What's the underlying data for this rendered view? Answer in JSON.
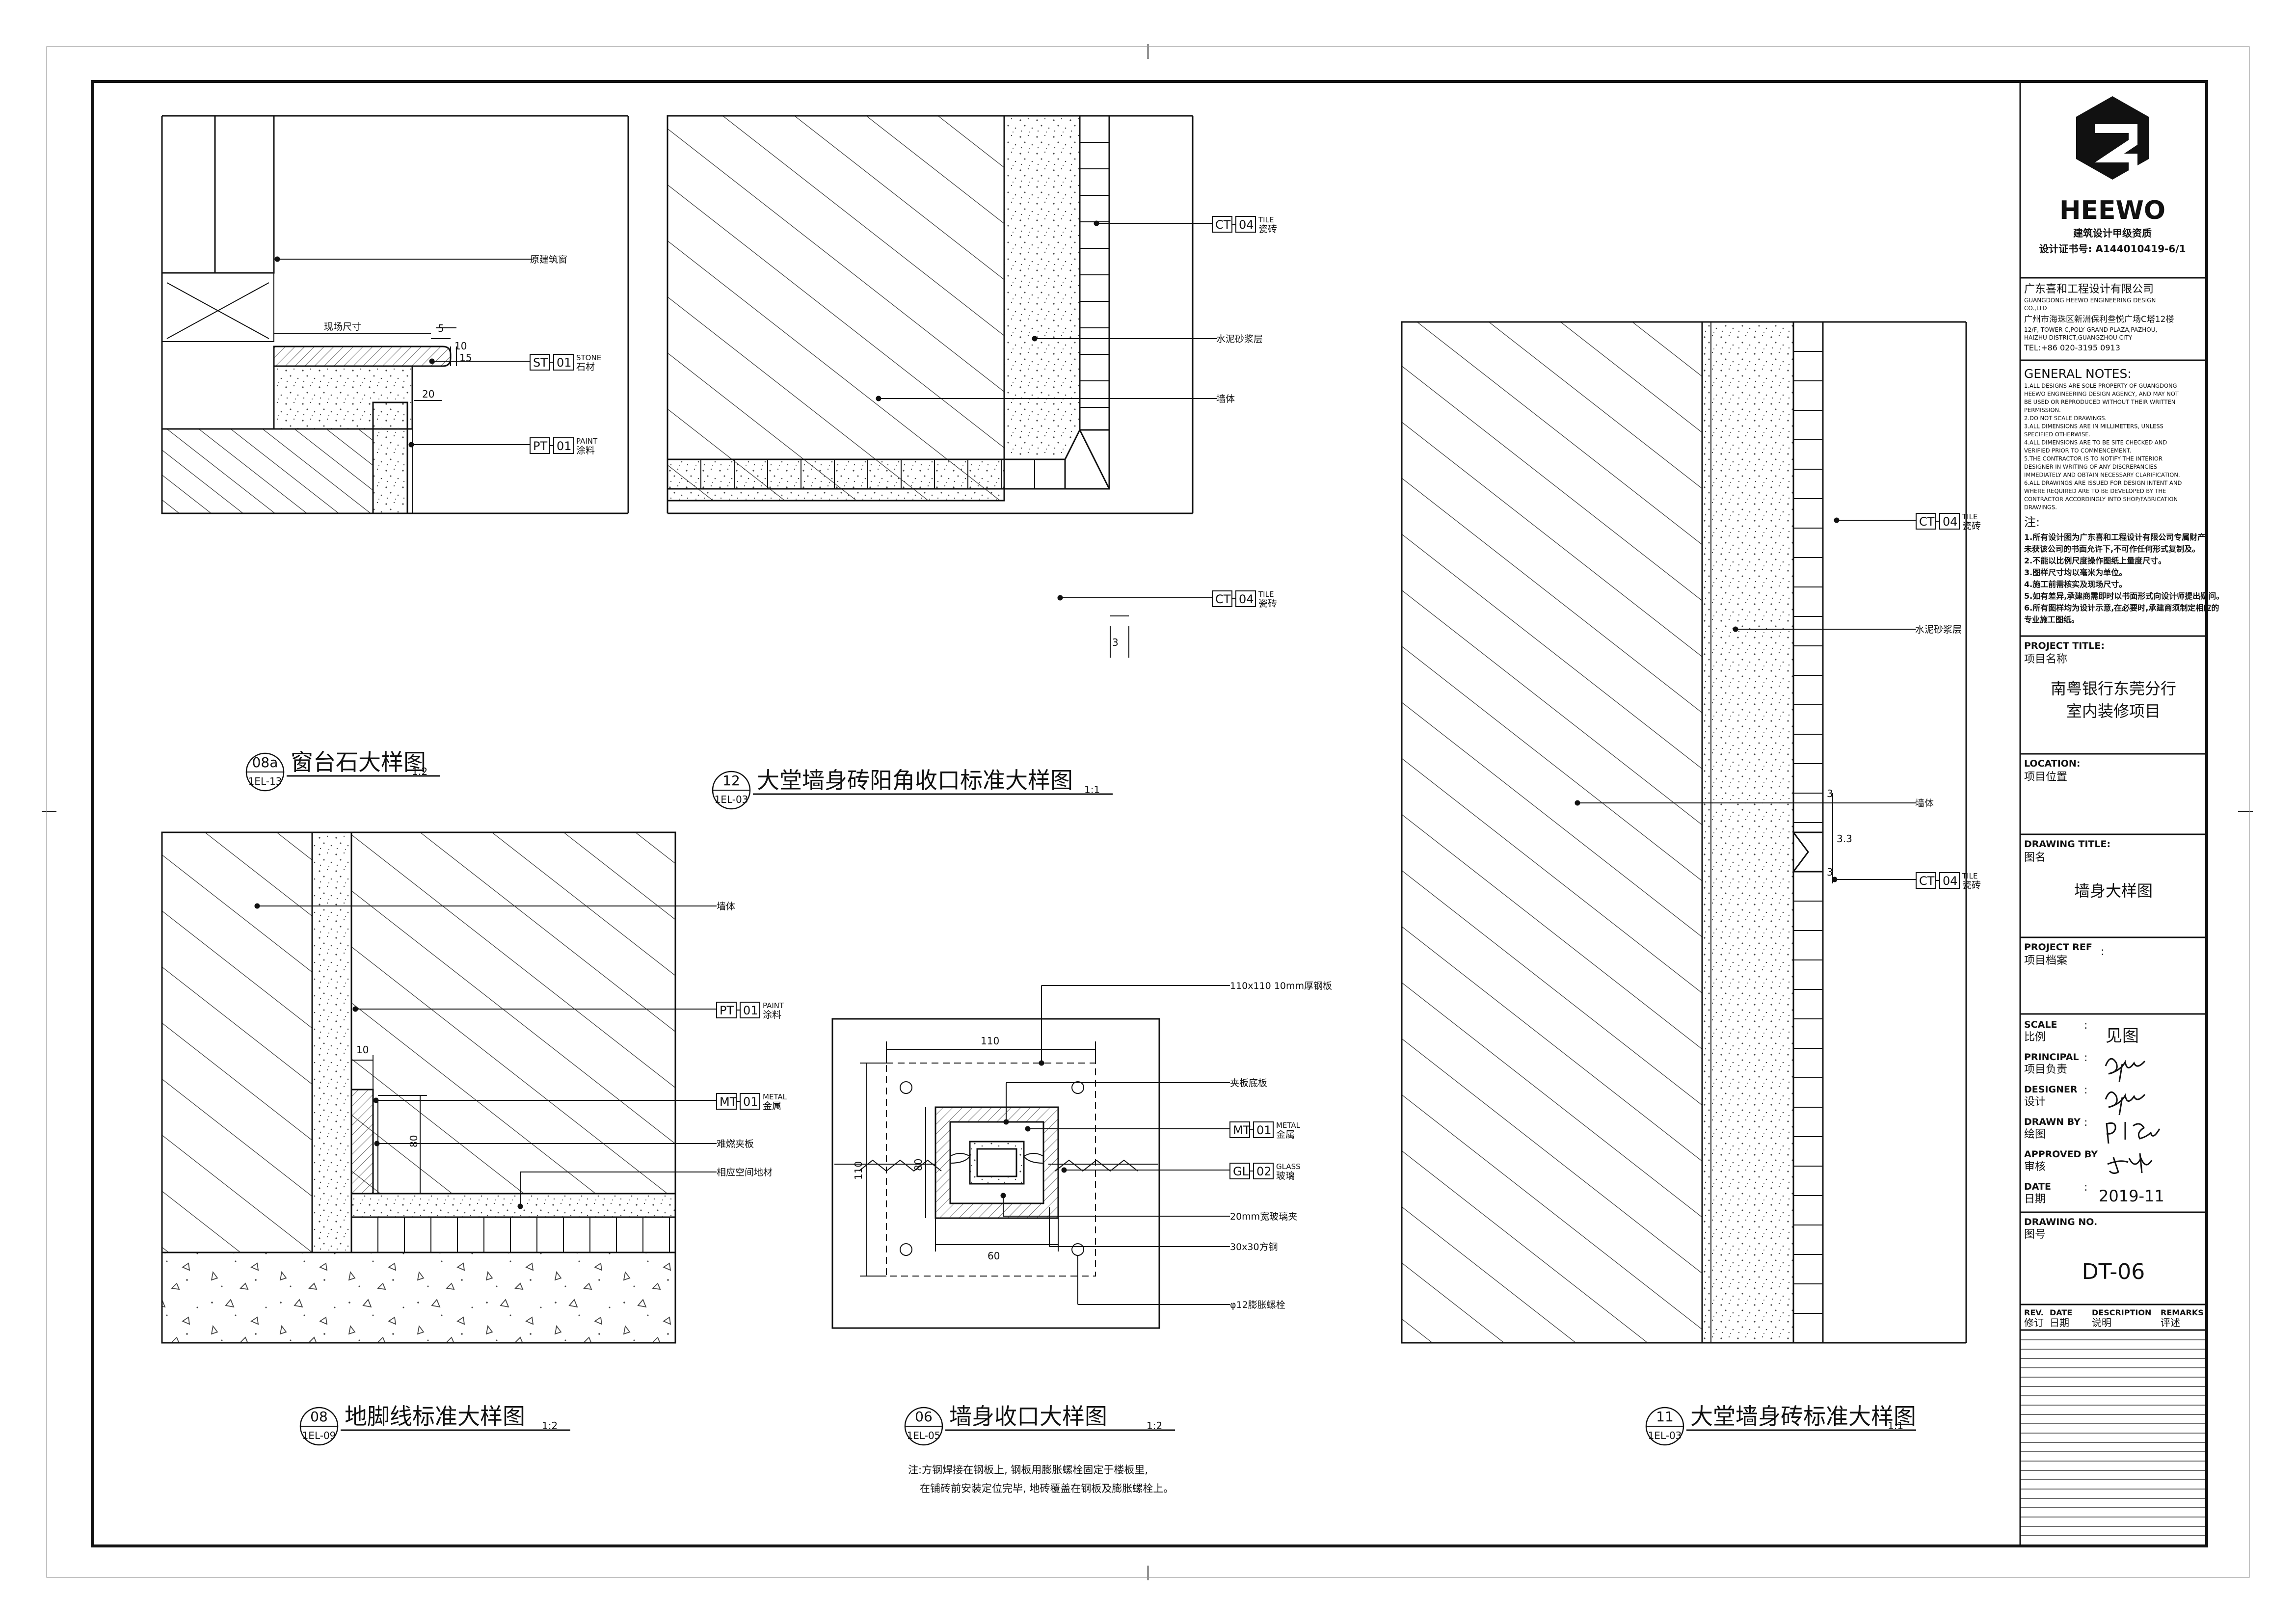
{
  "company": {
    "logo_text": "HEEWO",
    "qualification": "建筑设计甲级资质",
    "certificate": "设计证书号: A144010419-6/1",
    "name_cn": "广东喜和工程设计有限公司",
    "name_en_1": "GUANGDONG HEEWO ENGINEERING DESIGN",
    "name_en_2": "CO.,LTD",
    "address_cn": "广州市海珠区新洲保利叁悦广场C塔12楼",
    "address_en_1": "12/F, TOWER C,POLY GRAND PLAZA,PAZHOU,",
    "address_en_2": "HAIZHU DISTRICT,GUANGZHOU CITY",
    "tel": "TEL:+86 020-3195 0913"
  },
  "general_notes": {
    "heading": "GENERAL NOTES:",
    "en_lines": [
      "1.ALL DESIGNS ARE SOLE PROPERTY OF  GUANGDONG",
      "  HEEWO ENGINEERING DESIGN AGENCY, AND MAY NOT",
      "  BE USED OR REPRODUCED WITHOUT THEIR WRITTEN",
      "  PERMISSION.",
      "2.DO NOT SCALE DRAWINGS.",
      "3.ALL DIMENSIONS ARE IN MILLIMETERS, UNLESS",
      "  SPECIFIED OTHERWISE.",
      "4.ALL DIMENSIONS ARE TO BE SITE CHECKED AND",
      "  VERIFIED PRIOR TO COMMENCEMENT.",
      "5.THE CONTRACTOR IS TO NOTIFY THE INTERIOR",
      "  DESIGNER IN WRITING OF ANY DISCREPANCIES",
      "  IMMEDIATELY AND OBTAIN NECESSARY CLARIFICATION.",
      "6.ALL DRAWINGS ARE ISSUED FOR DESIGN INTENT AND",
      "  WHERE REQUIRED ARE TO BE DEVELOPED BY THE",
      "  CONTRACTOR ACCORDINGLY INTO SHOP/FABRICATION",
      "  DRAWINGS."
    ],
    "cn_heading": "注:",
    "cn_lines": [
      "1.所有设计图为广东喜和工程设计有限公司专属财产,",
      "  未获该公司的书面允许下,不可作任何形式复制及。",
      "2.不能以比例尺度操作图纸上量度尺寸。",
      "3.图样尺寸均以毫米为单位。",
      "4.施工前需核实及现场尺寸。",
      "5.如有差异,承建商需即时以书面形式向设计师提出疑问。",
      "6.所有图样均为设计示意,在必要时,承建商须制定相应的",
      "  专业施工图纸。"
    ]
  },
  "title_block": {
    "project_title_en": "PROJECT TITLE:",
    "project_title_cn": "项目名称",
    "project_name_1": "南粤银行东莞分行",
    "project_name_2": "室内装修项目",
    "location_en": "LOCATION:",
    "location_cn": "项目位置",
    "drawing_title_en": "DRAWING TITLE:",
    "drawing_title_cn": "图名",
    "drawing_title": "墙身大样图",
    "project_ref_en": "PROJECT REF",
    "project_ref_cn": "项目档案",
    "project_ref_colon": ":",
    "scale_en": "SCALE",
    "scale_cn": "比例",
    "scale_value": "见图",
    "principal_en": "PRINCIPAL",
    "principal_cn": "项目负责",
    "designer_en": "DESIGNER",
    "designer_cn": "设计",
    "drawn_by_en": "DRAWN BY",
    "drawn_by_cn": "绘图",
    "approved_by_en": "APPROVED BY",
    "approved_by_cn": "审核",
    "date_en": "DATE",
    "date_cn": "日期",
    "date_value": "2019-11",
    "colon": ":",
    "drawing_no_en": "DRAWING NO.",
    "drawing_no_cn": "图号",
    "drawing_no": "DT-06",
    "rev_en": "REV.",
    "rev_cn": "修订",
    "rev_date_en": "DATE",
    "rev_date_cn": "日期",
    "description_en": "DESCRIPTION",
    "description_cn": "说明",
    "remarks_en": "REMARKS",
    "remarks_cn": "评述"
  },
  "details": {
    "d08a": {
      "number": "08a",
      "ref": "1EL-13",
      "title": "窗台石大样图",
      "scale": "1:2",
      "labels": {
        "original_window": "原建筑窗",
        "site_size": "现场尺寸"
      },
      "dims": {
        "d5": "5",
        "d10": "10",
        "d15": "15",
        "d20": "20"
      },
      "tags": [
        {
          "code": "ST",
          "num": "01",
          "en": "STONE",
          "cn": "石材"
        },
        {
          "code": "PT",
          "num": "01",
          "en": "PAINT",
          "cn": "涂料"
        }
      ]
    },
    "d12": {
      "number": "12",
      "ref": "1EL-03",
      "title": "大堂墙身砖阳角收口标准大样图",
      "scale": "1:1",
      "labels": {
        "mortar": "水泥砂浆层",
        "wall": "墙体"
      },
      "dims": {
        "d3": "3"
      },
      "tags": [
        {
          "code": "CT",
          "num": "04",
          "en": "TILE",
          "cn": "瓷砖"
        },
        {
          "code": "CT",
          "num": "04",
          "en": "TILE",
          "cn": "瓷砖"
        }
      ]
    },
    "d11": {
      "number": "11",
      "ref": "1EL-03",
      "title": "大堂墙身砖标准大样图",
      "scale": "1:1",
      "labels": {
        "mortar": "水泥砂浆层",
        "wall": "墙体"
      },
      "dims": {
        "d3a": "3",
        "d33": "3.3",
        "d3b": "3"
      },
      "tags": [
        {
          "code": "CT",
          "num": "04",
          "en": "TILE",
          "cn": "瓷砖"
        },
        {
          "code": "CT",
          "num": "04",
          "en": "TILE",
          "cn": "瓷砖"
        }
      ]
    },
    "d08": {
      "number": "08",
      "ref": "1EL-09",
      "title": "地脚线标准大样图",
      "scale": "1:2",
      "labels": {
        "wall": "墙体",
        "fire_board": "难燃夹板",
        "floor": "相应空间地材"
      },
      "dims": {
        "d10": "10",
        "d80": "80"
      },
      "tags": [
        {
          "code": "PT",
          "num": "01",
          "en": "PAINT",
          "cn": "涂料"
        },
        {
          "code": "MT",
          "num": "01",
          "en": "METAL",
          "cn": "金属"
        }
      ]
    },
    "d06": {
      "number": "06",
      "ref": "1EL-05",
      "title": "墙身收口大样图",
      "scale": "1:2",
      "labels": {
        "steel_plate": "110x110 10mm厚钢板",
        "plywood": "夹板底板",
        "glass_clip": "20mm宽玻璃夹",
        "square_steel": "30x30方钢",
        "bolt": "φ12膨胀螺栓"
      },
      "dims": {
        "d110_top": "110",
        "d110_left": "110",
        "d60": "60",
        "d80": "80"
      },
      "tags": [
        {
          "code": "MT",
          "num": "01",
          "en": "METAL",
          "cn": "金属"
        },
        {
          "code": "GL",
          "num": "02",
          "en": "GLASS",
          "cn": "玻璃"
        }
      ],
      "note_1": "注:方钢焊接在钢板上, 钢板用膨胀螺栓固定于楼板里,",
      "note_2": "在铺砖前安装定位完毕, 地砖覆盖在钢板及膨胀螺栓上。"
    }
  },
  "signatures": [
    "principal-signature",
    "designer-signature",
    "drawn-by-signature",
    "approved-by-signature"
  ],
  "colors": {
    "line": "#111111",
    "background": "#ffffff",
    "hatch": "#333333"
  }
}
